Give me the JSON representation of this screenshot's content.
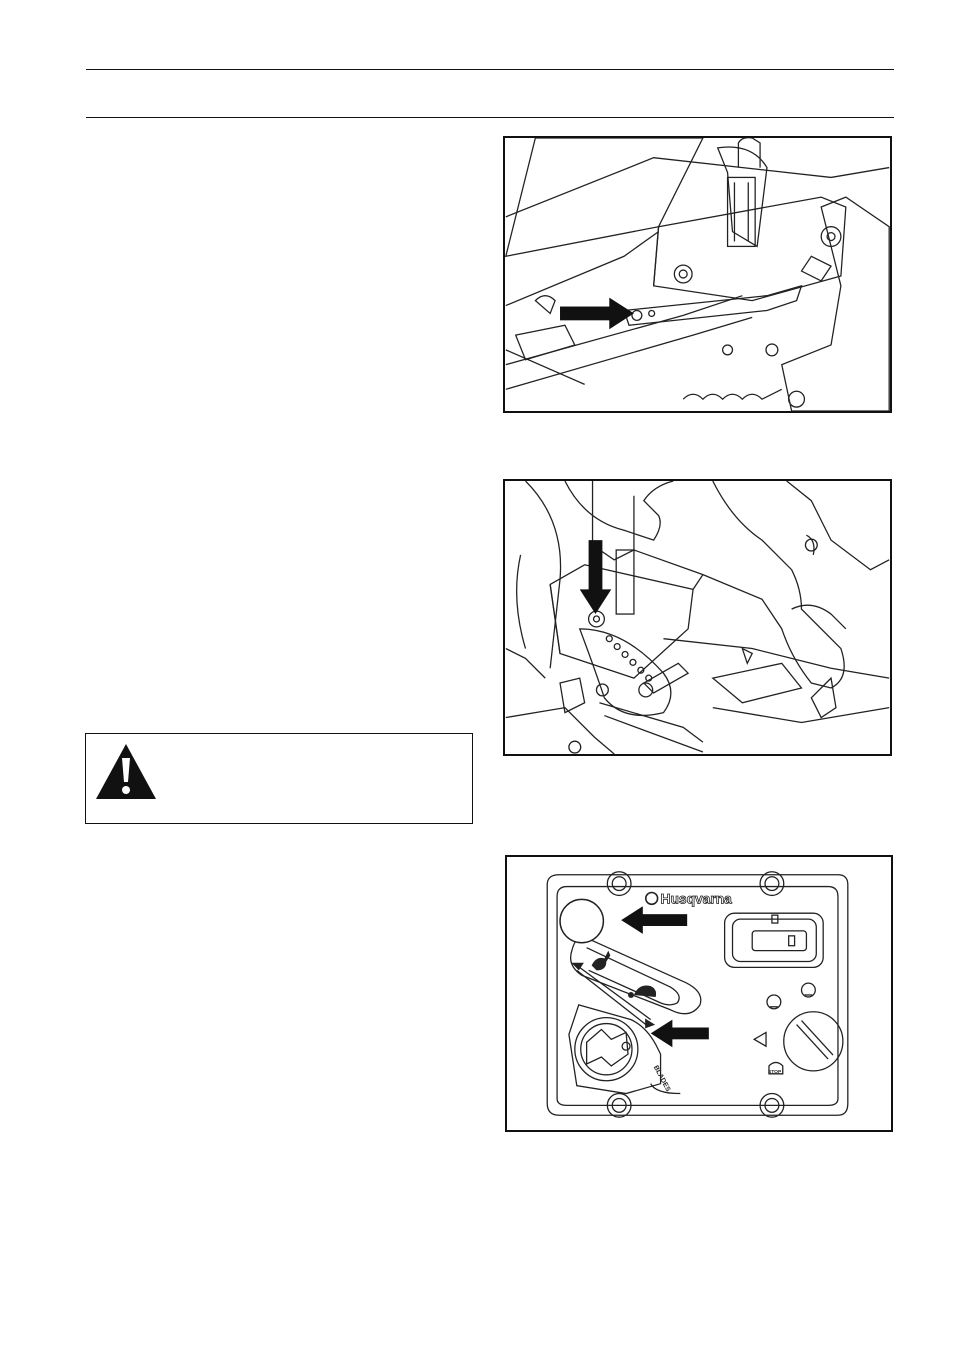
{
  "page": {
    "header_text": "",
    "warning": {
      "icon": "warning-triangle-icon",
      "text": ""
    },
    "figures": [
      {
        "id": "fig-lever-pin",
        "icons": [
          "arrow-right-icon"
        ]
      },
      {
        "id": "fig-lever-adjust",
        "icons": [
          "arrow-down-icon"
        ]
      },
      {
        "id": "fig-control-panel",
        "brand_label": "Husqvarna",
        "blades_label": "BLADES",
        "stop_label": "STOP",
        "icons": [
          "arrow-left-icon",
          "arrow-left-icon",
          "rabbit-icon",
          "turtle-icon",
          "hour-meter-icon",
          "ignition-switch-icon",
          "choke-knob-icon"
        ]
      }
    ]
  }
}
